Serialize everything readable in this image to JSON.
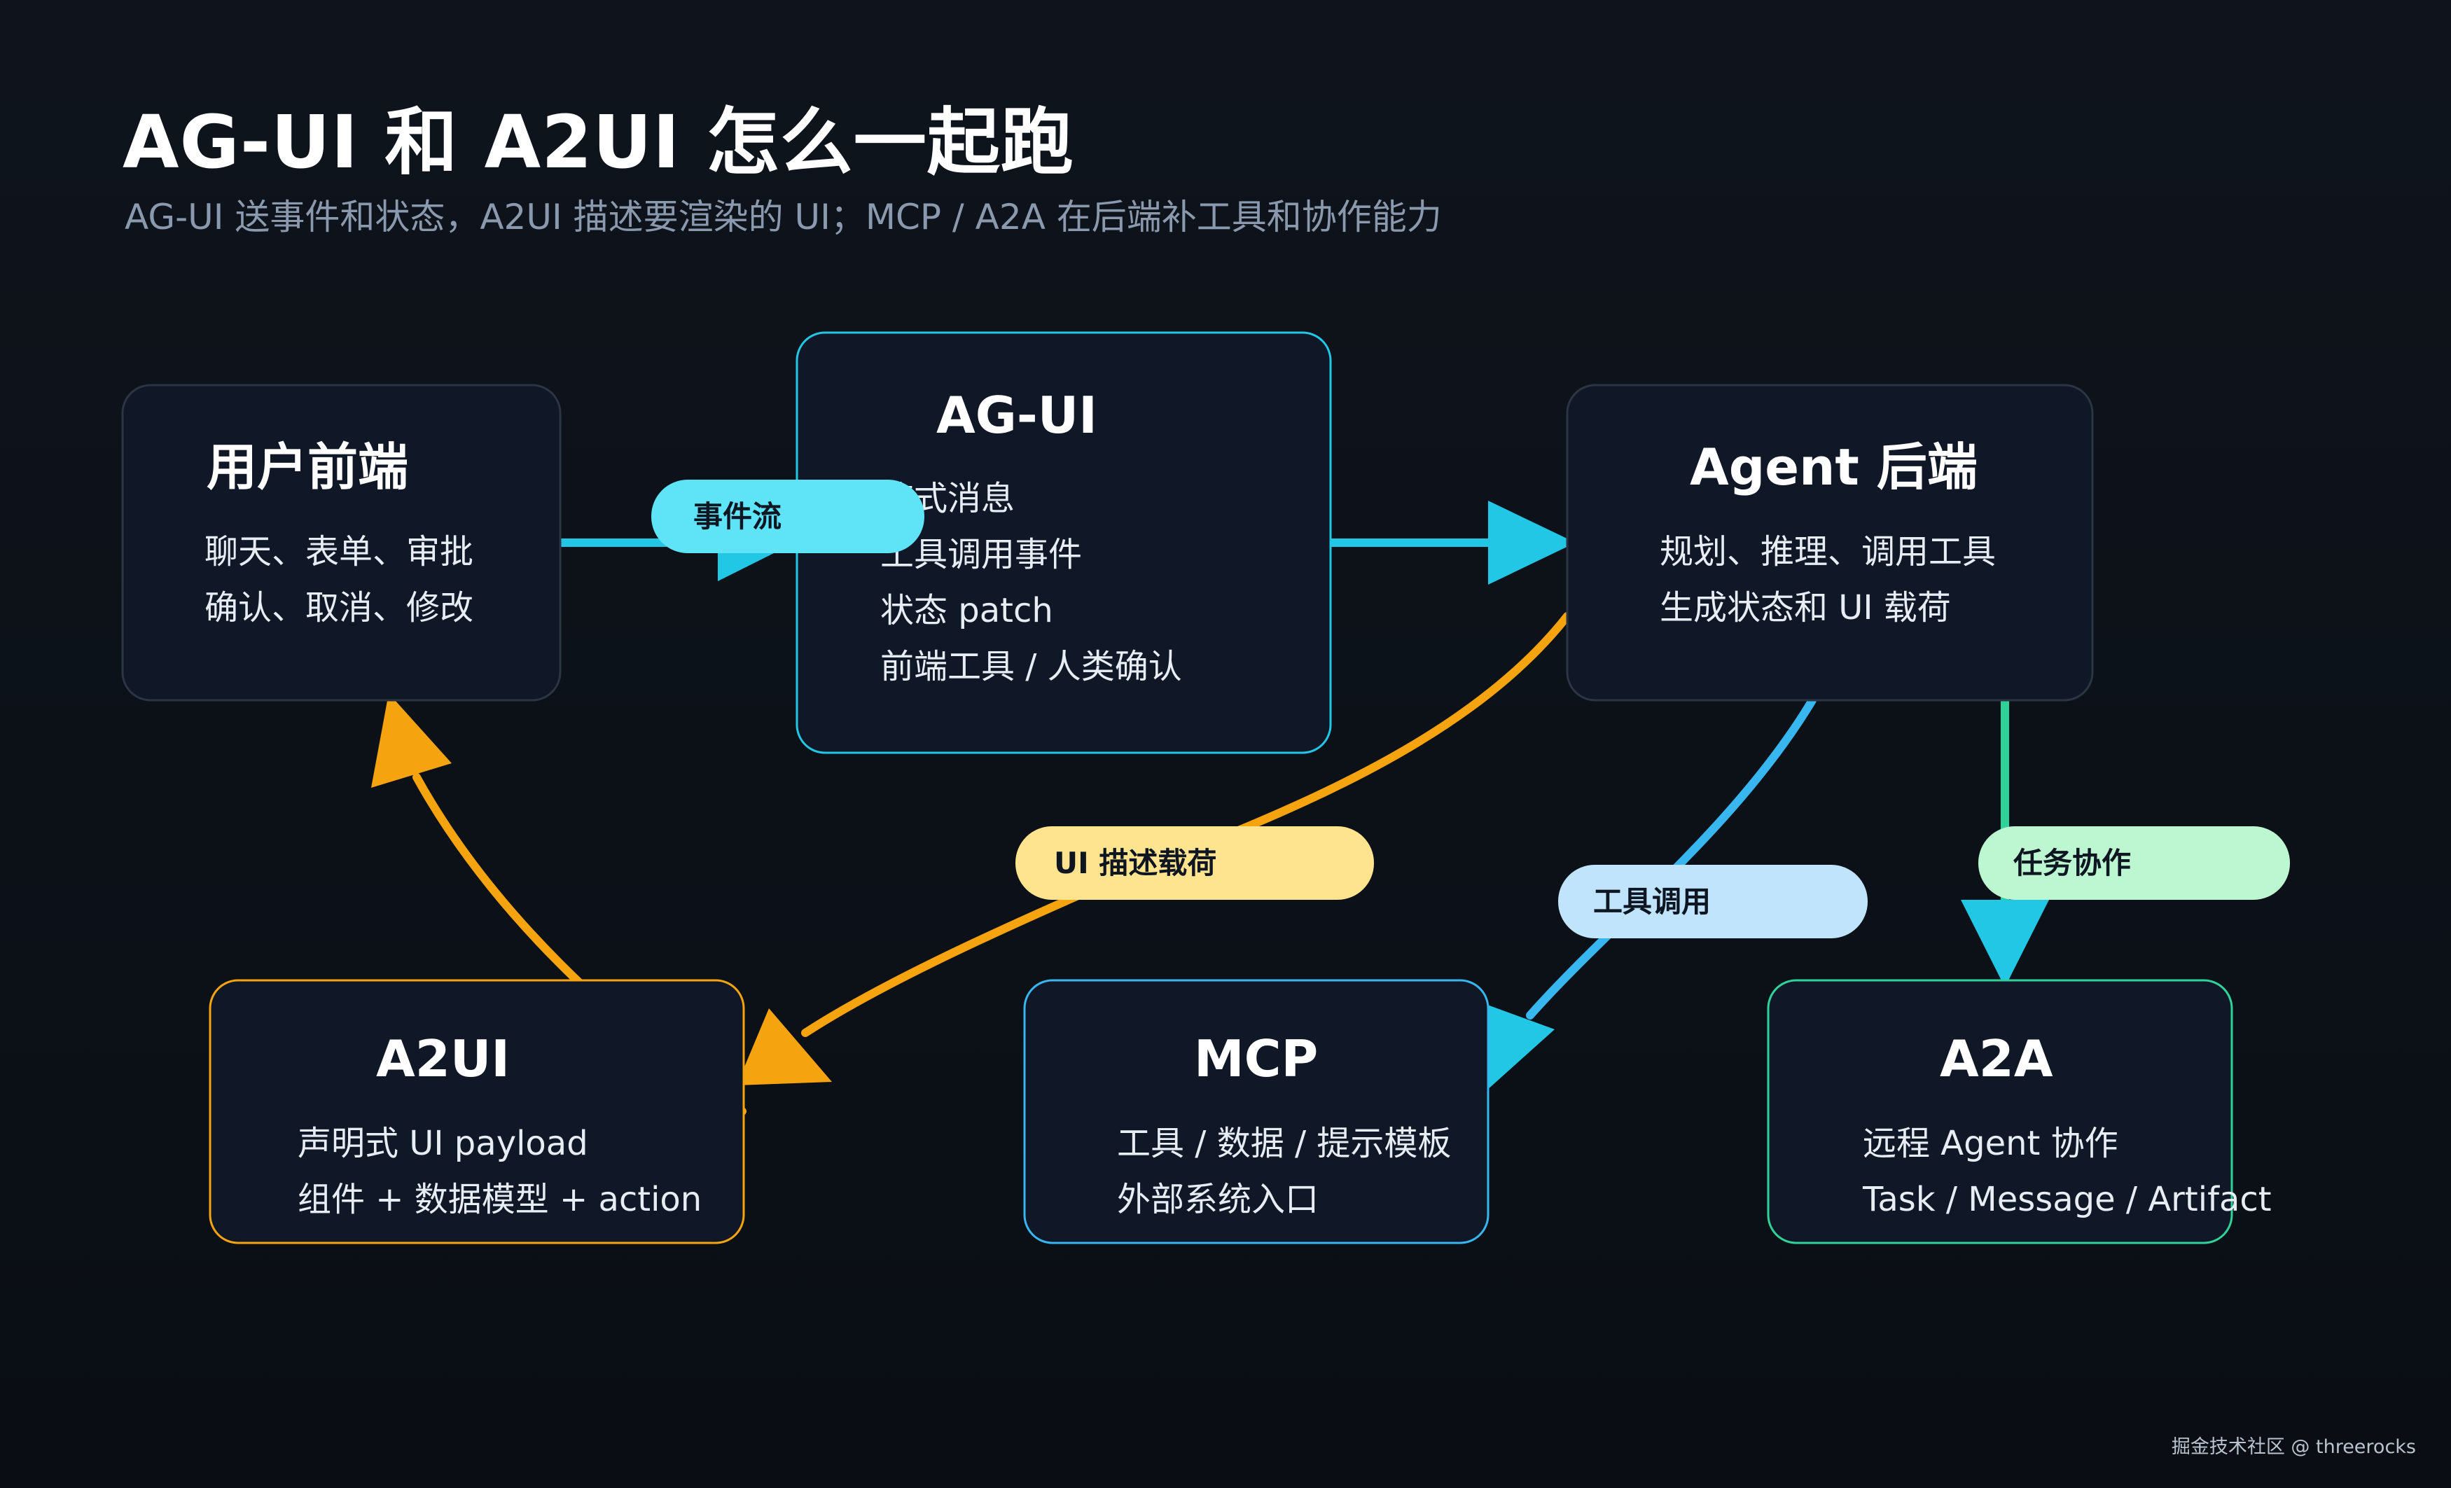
{
  "header": {
    "title": "AG-UI 和 A2UI 怎么一起跑",
    "subtitle": "AG-UI 送事件和状态，A2UI 描述要渲染的 UI；MCP / A2A 在后端补工具和协作能力"
  },
  "nodes": {
    "frontend": {
      "title": "用户前端",
      "lines": [
        "聊天、表单、审批",
        "确认、取消、修改"
      ],
      "border_color": "#2b3543"
    },
    "agui": {
      "title": "AG-UI",
      "lines": [
        "流式消息",
        "工具调用事件",
        "状态 patch",
        "前端工具 / 人类确认"
      ],
      "border_color": "#22c7e6"
    },
    "agent": {
      "title": "Agent 后端",
      "lines": [
        "规划、推理、调用工具",
        "生成状态和 UI 载荷"
      ],
      "border_color": "#2b3543"
    },
    "a2ui": {
      "title": "A2UI",
      "lines": [
        "声明式 UI payload",
        "组件 + 数据模型 + action"
      ],
      "border_color": "#f5a30f"
    },
    "mcp": {
      "title": "MCP",
      "lines": [
        "工具 / 数据 / 提示模板",
        "外部系统入口"
      ],
      "border_color": "#38b6f0"
    },
    "a2a": {
      "title": "A2A",
      "lines": [
        "远程 Agent 协作",
        "Task / Message / Artifact"
      ],
      "border_color": "#2fd39a"
    }
  },
  "edges": {
    "event_stream": {
      "label": "事件流",
      "color": "#22c7e6",
      "pill_color": "#5ee3f7"
    },
    "ui_payload": {
      "label": "UI 描述载荷",
      "color": "#f5a30f",
      "pill_color": "#ffe48f"
    },
    "tool_call": {
      "label": "工具调用",
      "color": "#38b6f0",
      "pill_color": "#bfe4fb"
    },
    "task_collab": {
      "label": "任务协作",
      "color": "#2fd39a",
      "pill_color": "#bdf7d2"
    }
  },
  "footer": {
    "watermark": "掘金技术社区 @ threerocks"
  }
}
